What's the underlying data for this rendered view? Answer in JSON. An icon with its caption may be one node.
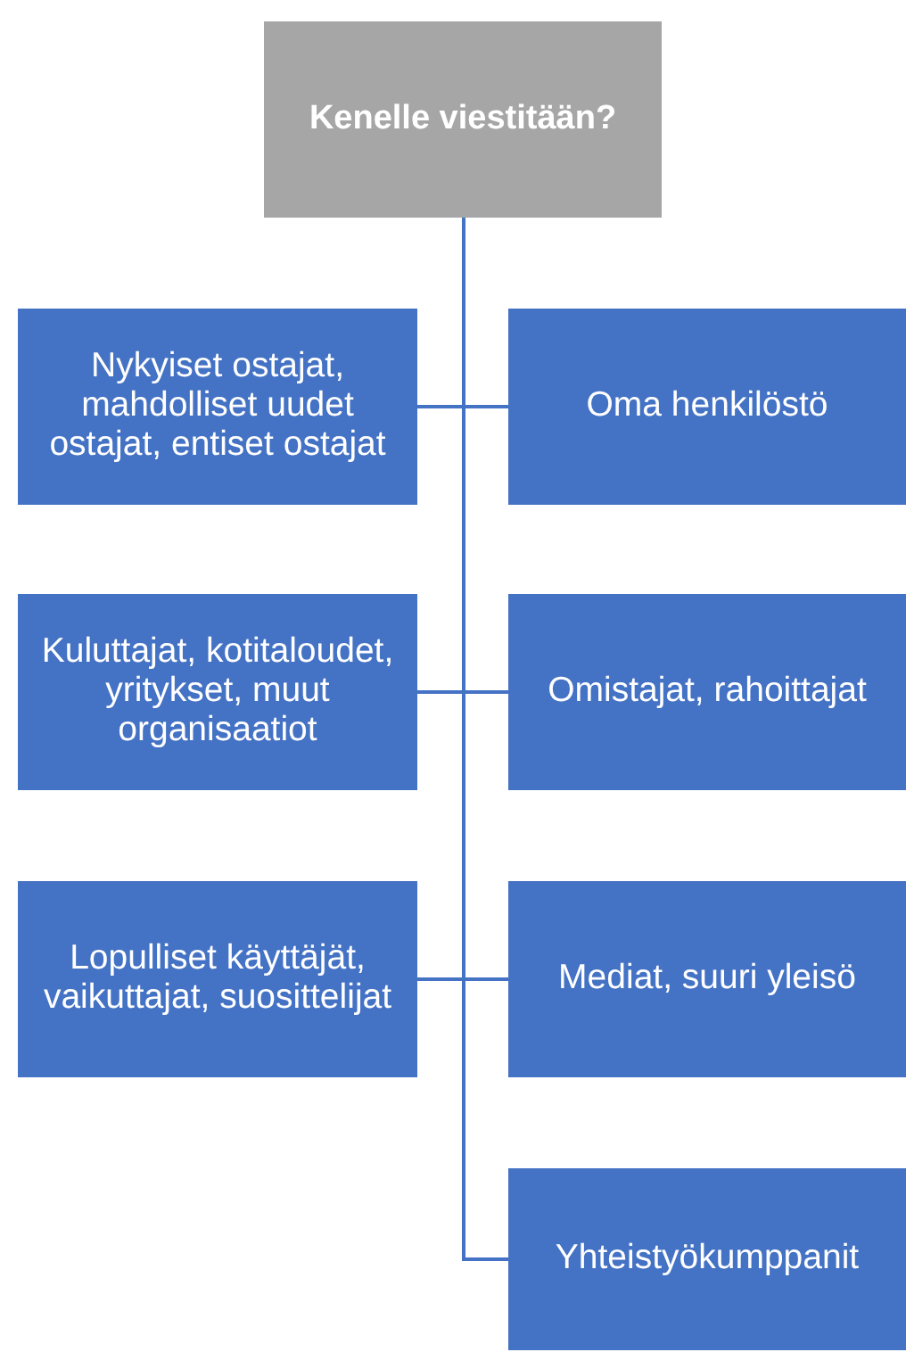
{
  "diagram": {
    "nodes": [
      {
        "text": [
          "Kenelle viestitään?"
        ]
      },
      {
        "text": [
          "Nykyiset ostajat, mahdolliset uudet ostajat, entiset ostajat"
        ]
      },
      {
        "text": [
          "Oma henkilöstö"
        ]
      },
      {
        "text": [
          "Kuluttajat, kotitaloudet, yritykset, muut organisaatiot"
        ]
      },
      {
        "text": [
          "Omistajat, rahoittajat"
        ]
      },
      {
        "text": [
          "Lopulliset käyttäjät, vaikuttajat, suosittelijat"
        ]
      },
      {
        "text": [
          "Mediat, suuri yleisö"
        ]
      },
      {
        "text": [
          "Yhteistyökumppanit"
        ]
      }
    ],
    "edges": [
      {
        "from": 0,
        "to": 1,
        "arrow": "none"
      },
      {
        "from": 0,
        "to": 2,
        "arrow": "none"
      },
      {
        "from": 0,
        "to": 3,
        "arrow": "none"
      },
      {
        "from": 0,
        "to": 4,
        "arrow": "none"
      },
      {
        "from": 0,
        "to": 5,
        "arrow": "none"
      },
      {
        "from": 0,
        "to": 6,
        "arrow": "none"
      },
      {
        "from": 0,
        "to": 7,
        "arrow": "none"
      }
    ]
  }
}
